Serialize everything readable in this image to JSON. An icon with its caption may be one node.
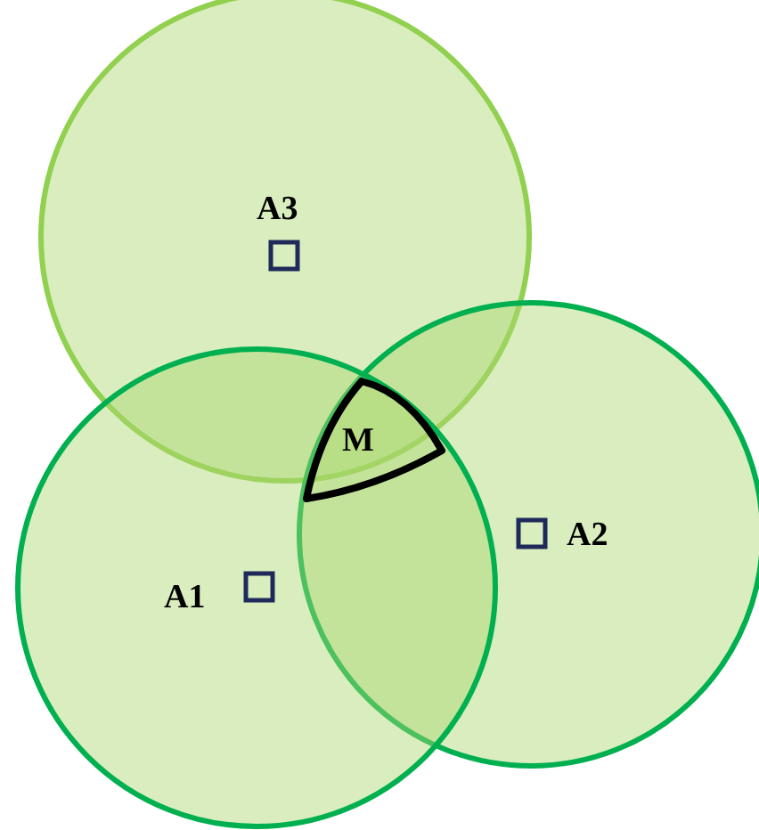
{
  "diagram": {
    "nodes": [
      {
        "text": [
          "M"
        ]
      }
    ],
    "labels": [
      "A3",
      "A2",
      "A1"
    ]
  }
}
